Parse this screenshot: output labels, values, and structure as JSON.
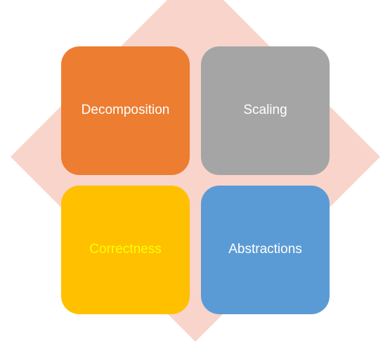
{
  "diagram": {
    "background_shape": {
      "icon": "diamond-shape",
      "color": "#f8d4cb"
    },
    "tiles": [
      {
        "label": "Decomposition",
        "fill": "#ed7d31",
        "text_color": "#ffffff"
      },
      {
        "label": "Scaling",
        "fill": "#a5a5a5",
        "text_color": "#ffffff"
      },
      {
        "label": "Correctness",
        "fill": "#ffc000",
        "text_color": "#ffff00"
      },
      {
        "label": "Abstractions",
        "fill": "#5b9bd5",
        "text_color": "#ffffff"
      }
    ]
  }
}
